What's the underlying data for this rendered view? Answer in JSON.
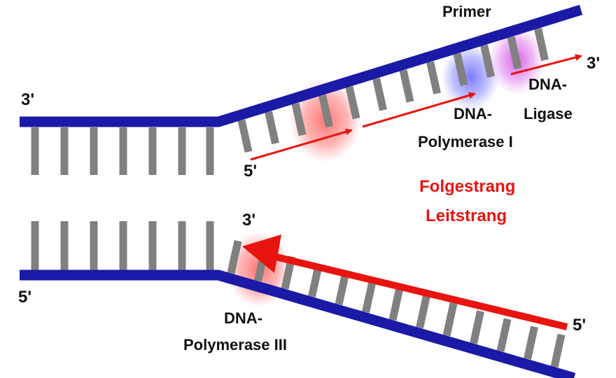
{
  "labels": {
    "top_left_3": "3'",
    "top_strand_5": "5'",
    "top_right_3": "3'",
    "primer": "Primer",
    "ligase_line1": "DNA-",
    "ligase_line2": "Ligase",
    "pol1_line1": "DNA-",
    "pol1_line2": "Polymerase I",
    "folgestrang": "Folgestrang",
    "leitstrang": "Leitstrang",
    "bottom_mid_3": "3'",
    "bottom_left_5": "5'",
    "bottom_right_5": "5'",
    "pol3_line1": "DNA-",
    "pol3_line2": "Polymerase III"
  },
  "colors": {
    "backbone": "#1a1aa6",
    "base": "#808080",
    "new_strand": "#e8140f",
    "polymerase_glow": "#ff6b6b",
    "pol1_glow": "#7070ff",
    "ligase_glow": "#d860e8",
    "text": "#111111",
    "strand_name": "#e8140f"
  }
}
